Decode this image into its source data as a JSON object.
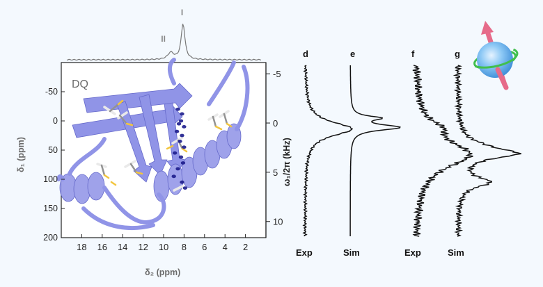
{
  "colors": {
    "background": "#f4f9fe",
    "protein": "#8b8fe6",
    "protein_dark": "#5d61c8",
    "cross_peaks": "#1c1c8c",
    "trace": "#111111",
    "projection": "#777777",
    "side_chain_h": "#e8e8e8",
    "side_chain_c": "#8e8e8e",
    "side_chain_o": "#f2c233"
  },
  "icons": [
    "spin-sphere-icon"
  ],
  "chart_data": [
    {
      "type": "scatter",
      "panel_label": "DQ",
      "xlabel": "δ₂ (ppm)",
      "ylabel": "δ₁ (ppm)",
      "xlim": [
        20,
        0
      ],
      "ylim": [
        200,
        -100
      ],
      "xticks": [
        "18",
        "16",
        "14",
        "12",
        "10",
        "8",
        "6",
        "4",
        "2"
      ],
      "yticks": [
        "-50",
        "0",
        "50",
        "100",
        "150",
        "200"
      ],
      "projection_labels": [
        "I",
        "II"
      ],
      "projection_peaks": [
        {
          "label": "I",
          "x": 8.1
        },
        {
          "label": "II",
          "x": 9.3
        }
      ],
      "peaks": [
        {
          "x": 8.6,
          "y": -20
        },
        {
          "x": 8.2,
          "y": -12
        },
        {
          "x": 8.3,
          "y": 0
        },
        {
          "x": 8.5,
          "y": 5
        },
        {
          "x": 8.0,
          "y": 10
        },
        {
          "x": 8.7,
          "y": 18
        },
        {
          "x": 8.2,
          "y": 25
        },
        {
          "x": 8.4,
          "y": 35
        },
        {
          "x": 8.0,
          "y": 45
        },
        {
          "x": 8.9,
          "y": 55
        },
        {
          "x": 8.3,
          "y": 62
        },
        {
          "x": 8.1,
          "y": 72
        },
        {
          "x": 8.6,
          "y": 82
        },
        {
          "x": 9.0,
          "y": 95
        },
        {
          "x": 8.2,
          "y": 105
        },
        {
          "x": 7.9,
          "y": 115
        }
      ]
    },
    {
      "type": "line",
      "right_axis_label": "ω₁/2π (kHz)",
      "yticks": [
        "-5",
        "0",
        "5",
        "10"
      ],
      "ylim": [
        -6,
        11.5
      ],
      "panels": [
        {
          "label": "d",
          "caption": "Exp",
          "peaks": [
            {
              "y": 0.6,
              "h": 1.0,
              "w": 0.85
            }
          ],
          "base": 0.04,
          "noise": 0.02
        },
        {
          "label": "e",
          "caption": "Sim",
          "peaks": [
            {
              "y": -0.5,
              "h": 0.55,
              "w": 0.25
            },
            {
              "y": 0.45,
              "h": 1.0,
              "w": 0.35
            }
          ],
          "base": 0.0,
          "noise": 0.0
        },
        {
          "label": "f",
          "caption": "Exp",
          "peaks": [
            {
              "y": 0.5,
              "h": 0.28,
              "w": 0.8
            },
            {
              "y": 3.2,
              "h": 1.0,
              "w": 1.6
            }
          ],
          "base": 0.06,
          "noise": 0.05
        },
        {
          "label": "g",
          "caption": "Sim",
          "peaks": [
            {
              "y": 2.2,
              "h": 0.2,
              "w": 0.7
            },
            {
              "y": 3.1,
              "h": 1.0,
              "w": 0.6
            },
            {
              "y": 6.0,
              "h": 0.55,
              "w": 0.6
            }
          ],
          "base": 0.05,
          "noise": 0.035
        }
      ]
    }
  ]
}
